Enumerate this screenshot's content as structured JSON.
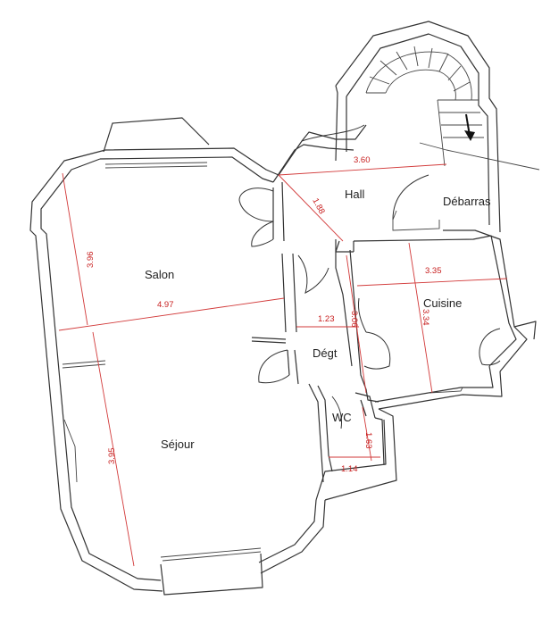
{
  "rooms": {
    "salon": "Salon",
    "sejour": "Séjour",
    "hall": "Hall",
    "debarras": "Débarras",
    "cuisine": "Cuisine",
    "degt": "Dégt",
    "wc": "WC"
  },
  "dimensions": {
    "salon_width": "4.97",
    "salon_height": "3.96",
    "sejour_height": "3.95",
    "hall_width": "3.60",
    "hall_diag": "1.88",
    "cuisine_width": "3.35",
    "cuisine_height": "3.34",
    "degt_width": "1.23",
    "degt_height": "3.06",
    "wc_width": "1.14",
    "wc_height": "1.63"
  },
  "colors": {
    "wall": "#333333",
    "dimension": "#d23a3a"
  }
}
